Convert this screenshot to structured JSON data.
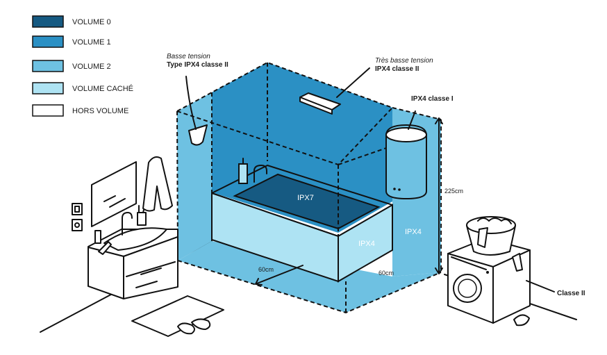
{
  "legend": [
    {
      "label": "VOLUME 0",
      "color": "#165a82"
    },
    {
      "label": "VOLUME 1",
      "color": "#2b90c4"
    },
    {
      "label": "VOLUME 2",
      "color": "#6ec1e2"
    },
    {
      "label": "VOLUME CACHÉ",
      "color": "#aee3f3"
    },
    {
      "label": "HORS VOLUME",
      "color": "#ffffff"
    }
  ],
  "annotations": {
    "low_voltage_italic": "Basse tension",
    "low_voltage_bold": "Type IPX4 classe II",
    "very_low_voltage_italic": "Très basse tension",
    "very_low_voltage_bold": "IPX4 classe II",
    "heater_label": "IPX4 classe I",
    "washer_label": "Classe II",
    "height_dim": "225cm",
    "dim_60_left": "60cm",
    "dim_60_right": "60cm"
  },
  "zones": {
    "ipx7": "IPX7",
    "ipx4_tub": "IPX4",
    "ipx4_side": "IPX4"
  },
  "colors": {
    "volume0": "#165a82",
    "volume1": "#2b90c4",
    "volume2": "#6ec1e2",
    "hidden": "#aee3f3",
    "outline": "#111111"
  }
}
